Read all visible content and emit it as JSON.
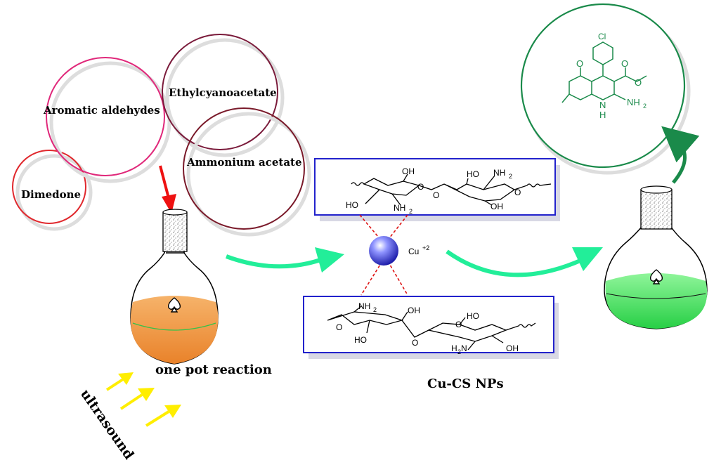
{
  "reactants": {
    "dimedone": "Dimedone",
    "aromatic_aldehydes": "Aromatic aldehydes",
    "ethylcyanoacetate": "Ethylcyanoacetate",
    "ammonium_acetate": "Ammonium acetate"
  },
  "process": {
    "reaction_label": "one pot reaction",
    "energy_label": "ultrasound"
  },
  "catalyst": {
    "label": "Cu-CS NPs",
    "metal": "Cu",
    "charge": "+2",
    "top_chain": {
      "oh1": "OH",
      "oh2": "HO",
      "nh2a": "NH",
      "nh2a_sub": "2",
      "nh2b": "NH",
      "nh2b_sub": "2",
      "ho1": "HO",
      "oh3": "OH",
      "ring_o1": "O",
      "link_o": "O",
      "ring_o2": "O"
    },
    "bottom_chain": {
      "nh2a": "NH",
      "nh2a_sub": "2",
      "oh1": "OH",
      "ho1": "HO",
      "ho2": "HO",
      "h2n": "H",
      "h2n_sub": "2",
      "h2n_n": "N",
      "oh2": "OH",
      "ring_o1": "O",
      "link_o": "O",
      "ring_o2": "O"
    }
  },
  "product": {
    "cl": "Cl",
    "keto_o": "O",
    "ester_o1": "O",
    "ester_o2": "O",
    "nh": "N",
    "nh_h": "H",
    "nh2": "NH",
    "nh2_sub": "2"
  },
  "colors": {
    "dimedone_circle": "#e0282d",
    "aldehyde_circle": "#e0287a",
    "ethyl_circle": "#7a1a3a",
    "ammonium_circle": "#7a1a2a",
    "red_arrow": "#ee1111",
    "process_arrow": "#22ee99",
    "ultrasound_arrow": "#ffee00",
    "product_circle": "#1a8a4a",
    "box_border": "#2222cc",
    "orange_liquid": "#f29a3a",
    "green_liquid": "#33dd55"
  }
}
